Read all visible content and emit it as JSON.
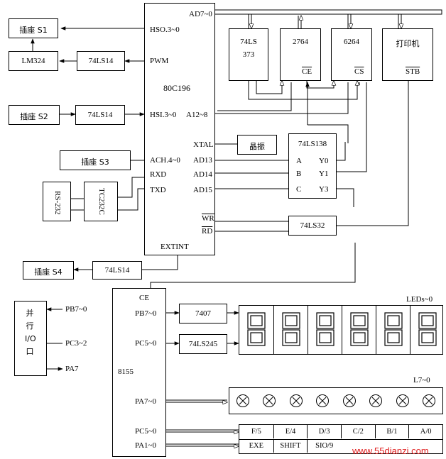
{
  "cpu": {
    "name": "80C196",
    "ad_bus": "AD7~0",
    "hso": "HSO.3~0",
    "pwm": "PWM",
    "hsi": "HSI.3~0",
    "a12": "A12~8",
    "xtal": "XTAL",
    "ach": "ACH.4~0",
    "ad13": "AD13",
    "rxd": "RXD",
    "ad14": "AD14",
    "txd": "TXD",
    "ad15": "AD15",
    "wr": "WR",
    "rd": "RD",
    "extint": "EXTINT"
  },
  "sockets": {
    "s1": "插座 S1",
    "s2": "插座 S2",
    "s3": "插座 S3",
    "s4": "插座 S4"
  },
  "chips": {
    "lm324": "LM324",
    "ls14": "74LS14",
    "ls373_a": "74LS",
    "ls373_b": "373",
    "eprom": "2764",
    "eprom_pin": "CE",
    "sram": "6264",
    "sram_pin": "CS",
    "printer": "打印机",
    "printer_pin": "STB",
    "crystal": "晶振",
    "decoder": "74LS138",
    "dec_a": "A",
    "dec_b": "B",
    "dec_c": "C",
    "dec_y0": "Y0",
    "dec_y1": "Y1",
    "dec_y3": "Y3",
    "rs232": "RS-232",
    "tc232": "TC232C",
    "ls32": "74LS32",
    "ls7407": "7407",
    "ls245": "74LS245"
  },
  "io": {
    "label": "并行I/O口",
    "pb": "PB7~0",
    "pc": "PC3~2",
    "pa": "PA7"
  },
  "pio": {
    "name": "8155",
    "ce": "CE",
    "pb": "PB7~0",
    "pc5": "PC5~0",
    "pa": "PA7~0",
    "pc5b": "PC5~0",
    "pa1": "PA1~0"
  },
  "display": {
    "led_label": "LEDs~0",
    "digits": [
      "8",
      "8",
      "8",
      "8",
      "8",
      "8"
    ],
    "lamp_label": "L7~0",
    "lamp_count": 8
  },
  "keys": {
    "row1": [
      "F/5",
      "E/4",
      "D/3",
      "C/2",
      "B/1",
      "A/0"
    ],
    "row2": [
      "EXE",
      "SHIFT",
      "SIO/9"
    ]
  },
  "watermark": "www.55dianzi.com"
}
